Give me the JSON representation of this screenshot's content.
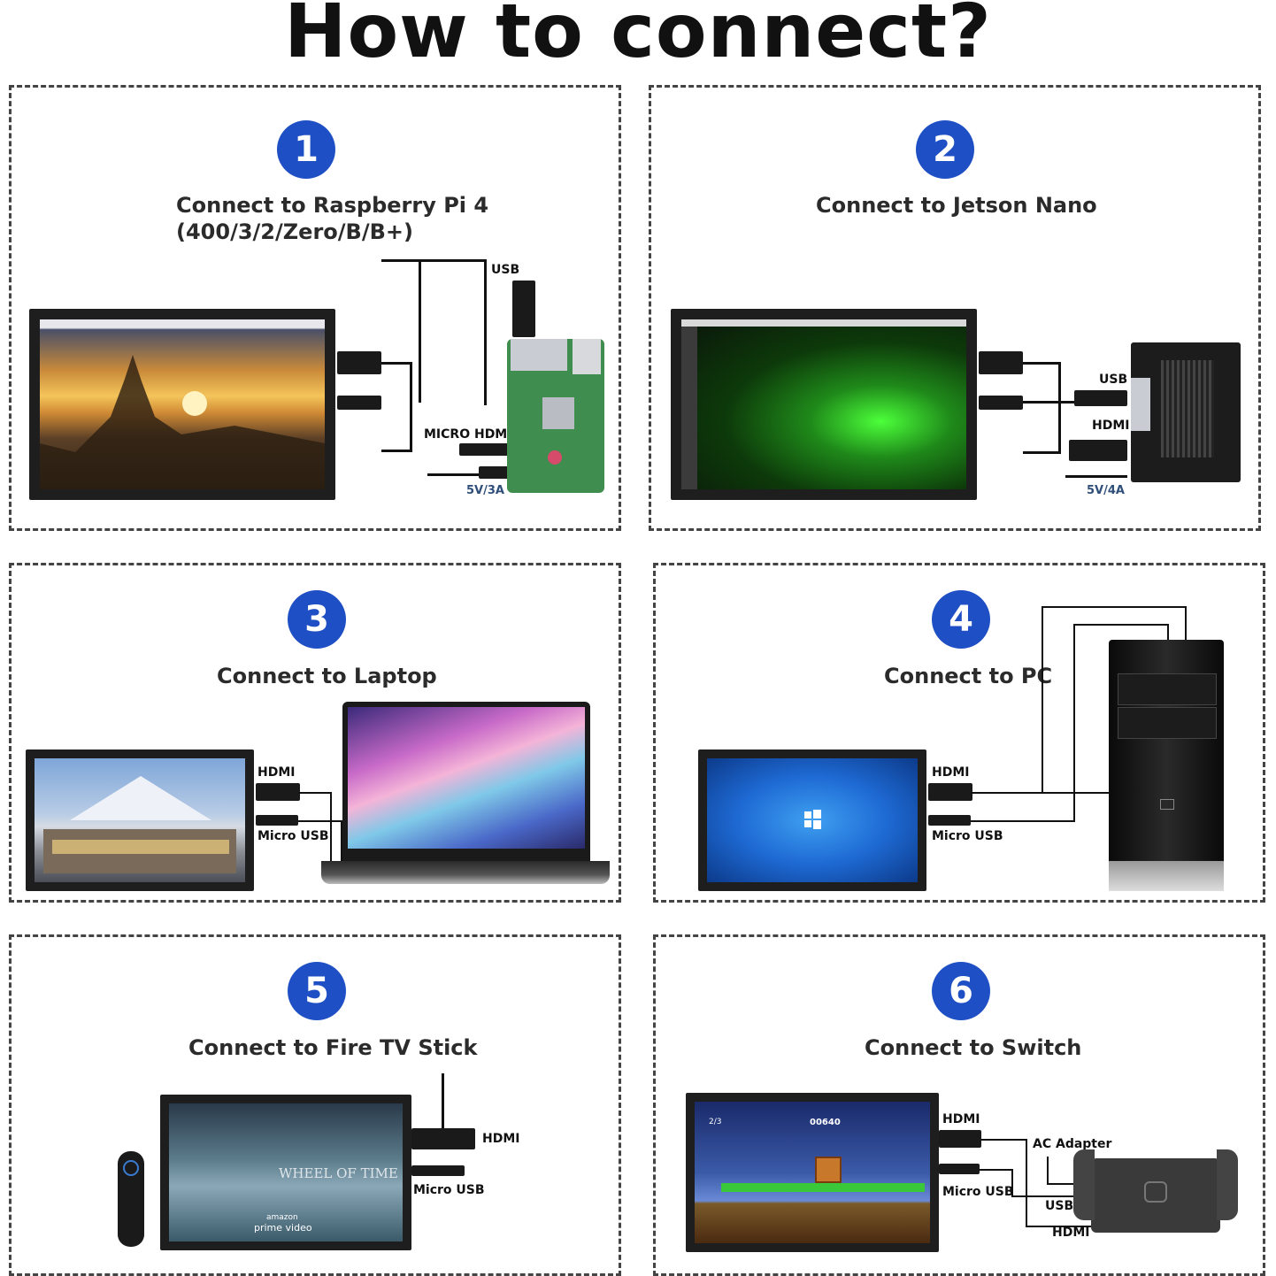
{
  "title": "How to connect?",
  "colors": {
    "accent": "#1e4fc4",
    "border": "#444444",
    "power_label": "#2f4f7a"
  },
  "panels": [
    {
      "number": "1",
      "title_line1": "Connect to Raspberry Pi 4",
      "title_line2": "(400/3/2/Zero/B/B+)",
      "labels": {
        "usb": "USB",
        "hdmi": "MICRO HDMI",
        "power": "5V/3A"
      }
    },
    {
      "number": "2",
      "title_line1": "Connect to Jetson Nano",
      "labels": {
        "usb": "USB",
        "hdmi": "HDMI",
        "power": "5V/4A"
      }
    },
    {
      "number": "3",
      "title_line1": "Connect to Laptop",
      "labels": {
        "hdmi": "HDMI",
        "usb": "Micro USB"
      }
    },
    {
      "number": "4",
      "title_line1": "Connect to PC",
      "labels": {
        "hdmi": "HDMI",
        "usb": "Micro USB"
      }
    },
    {
      "number": "5",
      "title_line1": "Connect to Fire TV Stick",
      "labels": {
        "hdmi": "HDMI",
        "usb": "Micro USB"
      },
      "screen_text": {
        "show": "WHEEL OF TIME",
        "brand1": "amazon",
        "brand2": "prime video"
      }
    },
    {
      "number": "6",
      "title_line1": "Connect to Switch",
      "labels": {
        "hdmi_top": "HDMI",
        "usb_left": "Micro USB",
        "ac": "AC Adapter",
        "usb_right": "USB",
        "hdmi_bottom": "HDMI"
      },
      "screen_text": {
        "score": "00640",
        "lives": "2/3"
      }
    }
  ]
}
